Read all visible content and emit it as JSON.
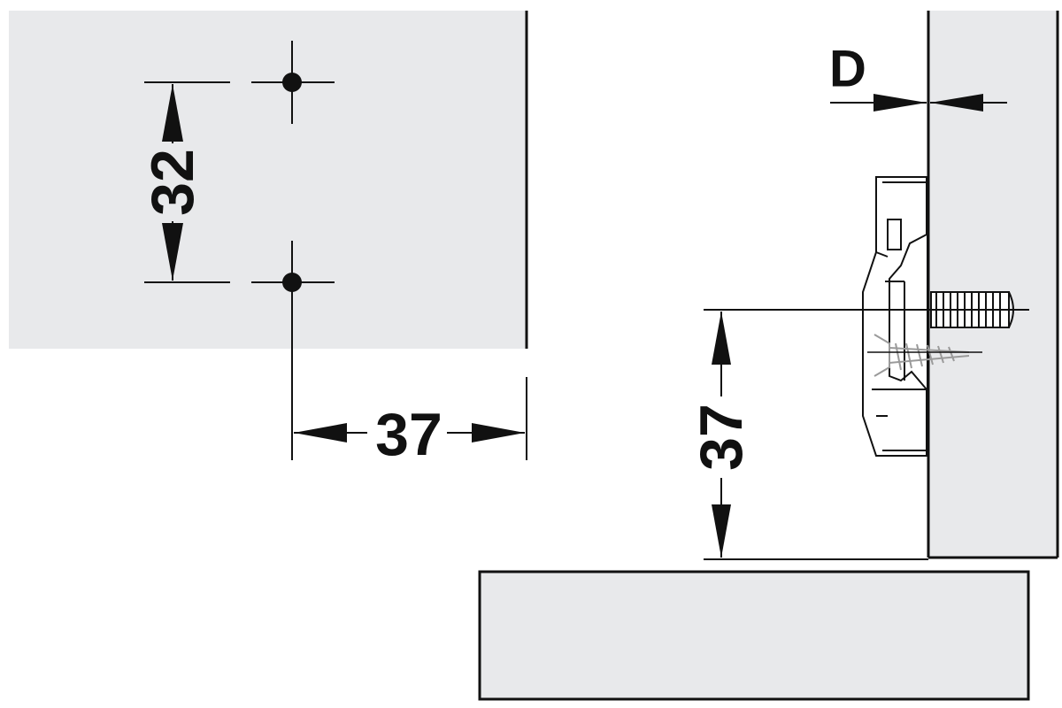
{
  "dimensions": {
    "hole_spacing": "32",
    "edge_distance_plan": "37",
    "edge_distance_side": "37",
    "depth": "D"
  },
  "colors": {
    "panel_fill": "#e8e9eb",
    "stroke": "#111111",
    "background": "#ffffff"
  }
}
